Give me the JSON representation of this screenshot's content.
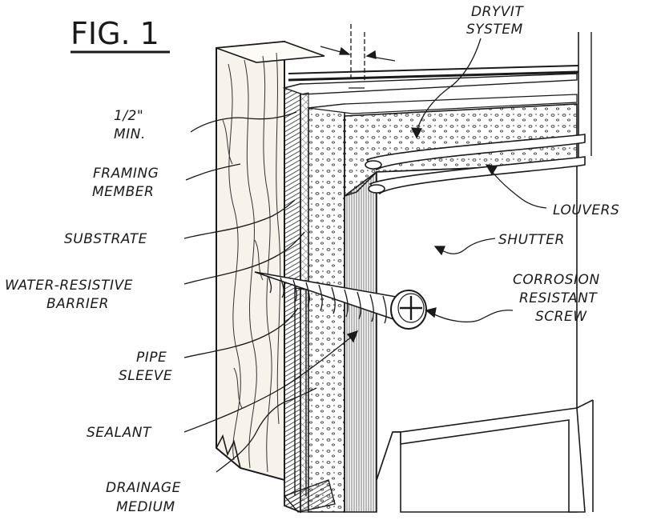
{
  "figure": {
    "title": "FIG. 1",
    "labels": {
      "dryvit_system": [
        "DRYVIT",
        "SYSTEM"
      ],
      "half_inch_min": [
        "1/2\"",
        "MIN."
      ],
      "framing_member": [
        "FRAMING",
        "MEMBER"
      ],
      "louvers": [
        "LOUVERS"
      ],
      "substrate": [
        "SUBSTRATE"
      ],
      "shutter": [
        "SHUTTER"
      ],
      "water_resistive_barrier": [
        "WATER-RESISTIVE",
        "BARRIER"
      ],
      "corrosion_resistant_screw": [
        "CORROSION",
        "RESISTANT",
        "SCREW"
      ],
      "pipe_sleeve": [
        "PIPE",
        "SLEEVE"
      ],
      "sealant": [
        "SEALANT"
      ],
      "drainage_medium": [
        "DRAINAGE",
        "MEDIUM"
      ]
    }
  },
  "colors": {
    "ink": "#1a1a1a",
    "paper": "#ffffff",
    "foam": "#f4f4f4",
    "wood": "#f7f3ea"
  },
  "icons": {
    "screw": "corrosion-resistant-screw-icon",
    "wood_grain": "wood-grain-pattern"
  }
}
